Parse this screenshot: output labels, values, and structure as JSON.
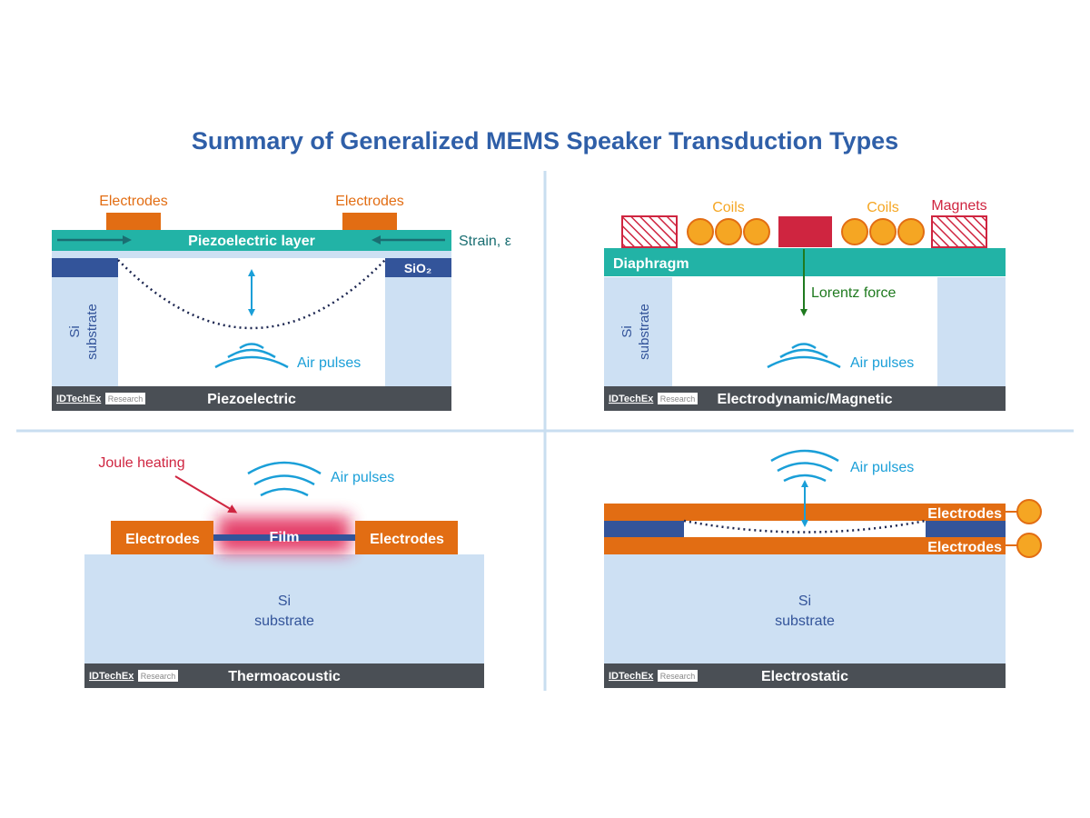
{
  "title": "Summary of Generalized MEMS Speaker Transduction Types",
  "brand": {
    "name": "IDTechEx",
    "tag": "Research"
  },
  "colors": {
    "title_blue": "#2f5fa8",
    "orange": "#e26d13",
    "teal": "#22b3a6",
    "navy": "#33549a",
    "substrate": "#cde0f3",
    "footer": "#4a4f55",
    "cyan": "#1a9fd8",
    "red": "#cf2540",
    "green": "#1f7a1f",
    "coil": "#f5a623"
  },
  "piezo": {
    "electrode_label_left": "Electrodes",
    "electrode_label_right": "Electrodes",
    "layer_label": "Piezoelectric layer",
    "strain_label": "Strain, ε",
    "sio2_label": "SiO₂",
    "si_line1": "Si",
    "si_line2": "substrate",
    "air_label": "Air pulses",
    "footer_label": "Piezoelectric"
  },
  "electrodynamic": {
    "coils_label_left": "Coils",
    "coils_label_right": "Coils",
    "magnets_label": "Magnets",
    "diaphragm_label": "Diaphragm",
    "force_label": "Lorentz force",
    "si_line1": "Si",
    "si_line2": "substrate",
    "air_label": "Air pulses",
    "footer_label": "Electrodynamic/Magnetic"
  },
  "thermo": {
    "joule_label": "Joule heating",
    "air_label": "Air pulses",
    "electrode_left_label": "Electrodes",
    "film_label": "Film",
    "electrode_right_label": "Electrodes",
    "si_line1": "Si",
    "si_line2": "substrate",
    "footer_label": "Thermoacoustic"
  },
  "electrostatic": {
    "air_label": "Air pulses",
    "electrode_top_label": "Electrodes",
    "electrode_bottom_label": "Electrodes",
    "si_line1": "Si",
    "si_line2": "substrate",
    "footer_label": "Electrostatic"
  }
}
